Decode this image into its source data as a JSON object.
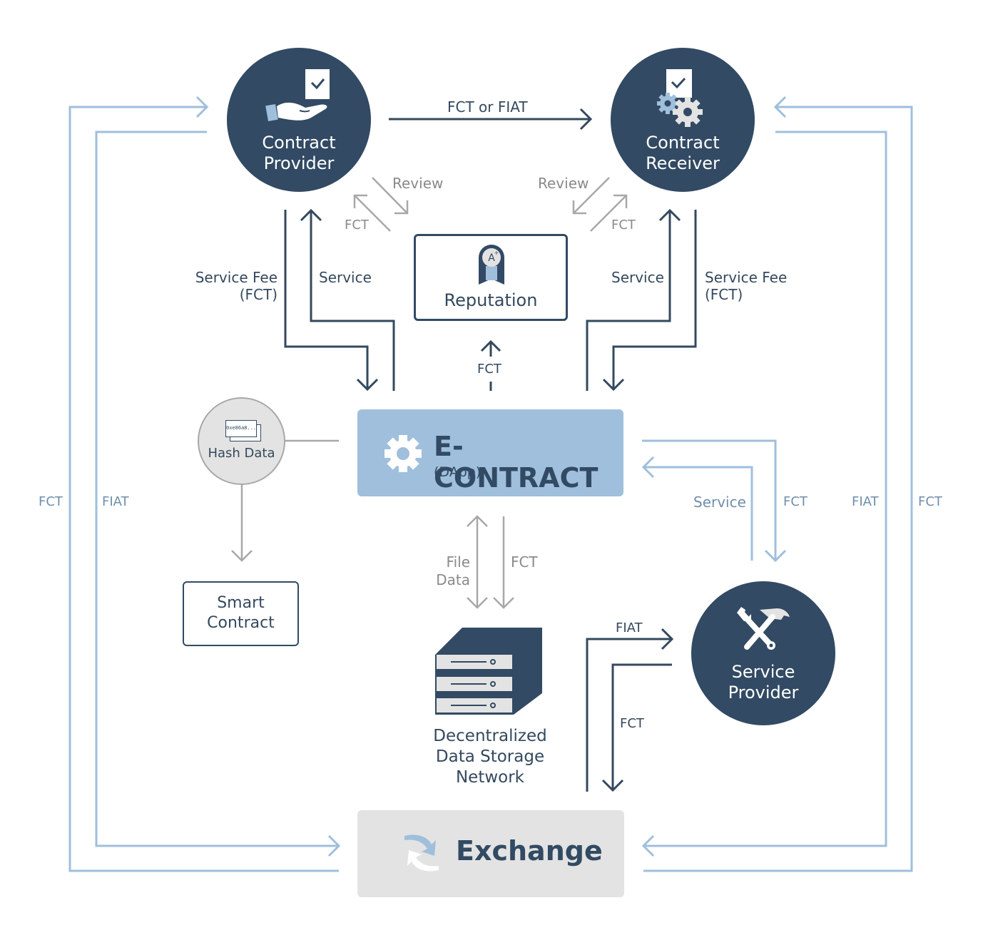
{
  "colors": {
    "dark": "#324a63",
    "light_blue": "#9fbfdc",
    "gray_arrow": "#a8a8a8",
    "exchange_bg": "#e3e3e3",
    "hash_bg": "#e3e3e3"
  },
  "nodes": {
    "contract_provider": {
      "line1": "Contract",
      "line2": "Provider",
      "icon": "hand-document-icon"
    },
    "contract_receiver": {
      "line1": "Contract",
      "line2": "Receiver",
      "icon": "gears-document-icon"
    },
    "reputation": {
      "label": "Reputation",
      "badge": "A+",
      "icon": "award-ribbon-icon"
    },
    "econtract": {
      "title": "E-CONTRACT",
      "subtitle": "(DApp)",
      "icon": "gear-icon"
    },
    "hash_data": {
      "label": "Hash Data",
      "hash": "0xe86a8...",
      "icon": "hash-card-icon"
    },
    "smart_contract": {
      "line1": "Smart",
      "line2": "Contract"
    },
    "storage": {
      "line1": "Decentralized",
      "line2": "Data Storage",
      "line3": "Network",
      "icon": "server-stack-icon"
    },
    "service_provider": {
      "line1": "Service",
      "line2": "Provider",
      "icon": "wrench-hammer-icon"
    },
    "exchange": {
      "label": "Exchange",
      "icon": "exchange-arrows-icon"
    }
  },
  "edges": {
    "fct_or_fiat": "FCT or FIAT",
    "review_left": "Review",
    "fct_left": "FCT",
    "review_right": "Review",
    "fct_right": "FCT",
    "service_fee_left_1": "Service Fee",
    "service_fee_left_2": "(FCT)",
    "service_left": "Service",
    "service_right": "Service",
    "service_fee_right_1": "Service Fee",
    "service_fee_right_2": "(FCT)",
    "fct_to_reputation": "FCT",
    "file_data_1": "File",
    "file_data_2": "Data",
    "fct_storage": "FCT",
    "service_sp": "Service",
    "fct_sp": "FCT",
    "fiat_sp": "FIAT",
    "fct_sp_exchange": "FCT",
    "outer_left_fct": "FCT",
    "outer_left_fiat": "FIAT",
    "outer_right_fiat": "FIAT",
    "outer_right_fct": "FCT"
  }
}
